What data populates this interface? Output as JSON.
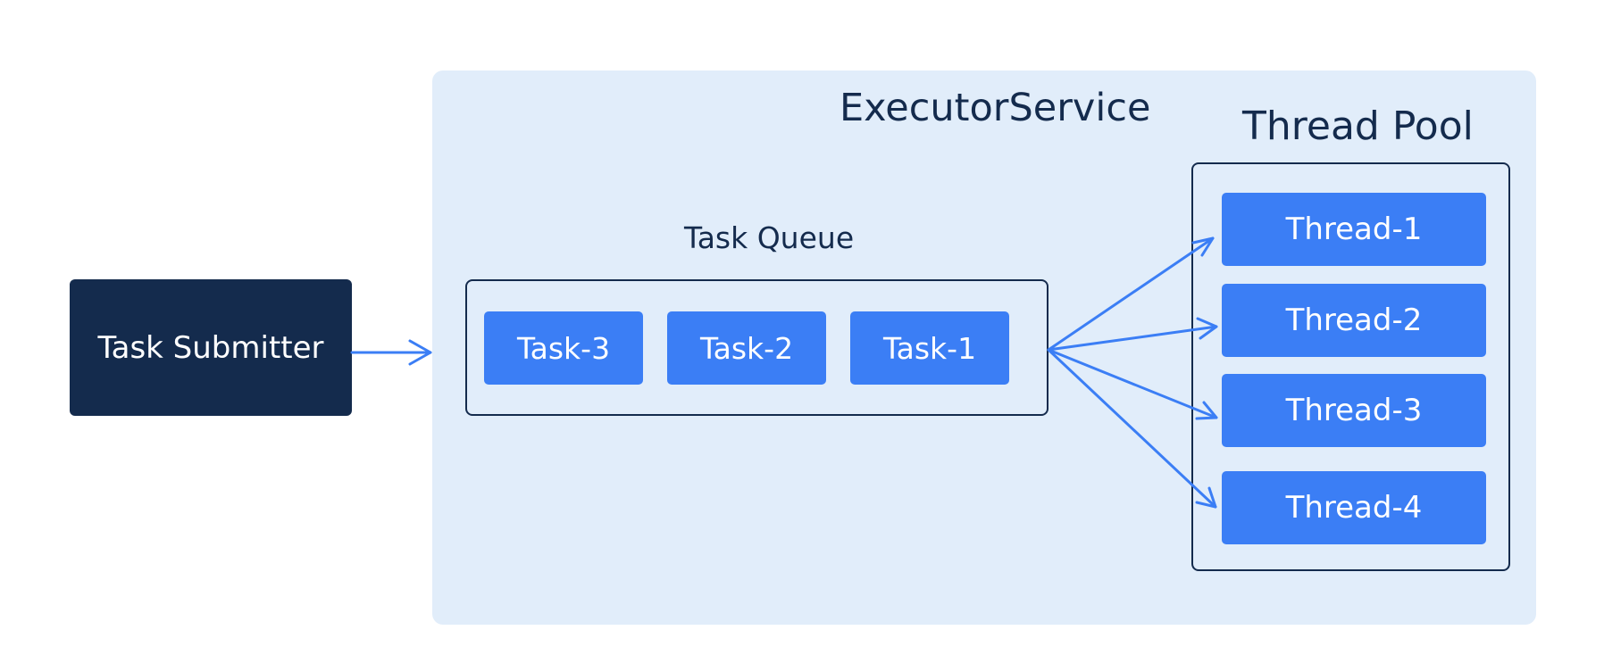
{
  "executor": {
    "title": "ExecutorService"
  },
  "submitter": {
    "label": "Task Submitter"
  },
  "queue": {
    "title": "Task Queue",
    "tasks": [
      "Task-3",
      "Task-2",
      "Task-1"
    ]
  },
  "pool": {
    "title": "Thread Pool",
    "threads": [
      "Thread-1",
      "Thread-2",
      "Thread-3",
      "Thread-4"
    ]
  },
  "colors": {
    "navy": "#142b4d",
    "blue": "#3b7ef5",
    "container": "#e1edfa"
  }
}
